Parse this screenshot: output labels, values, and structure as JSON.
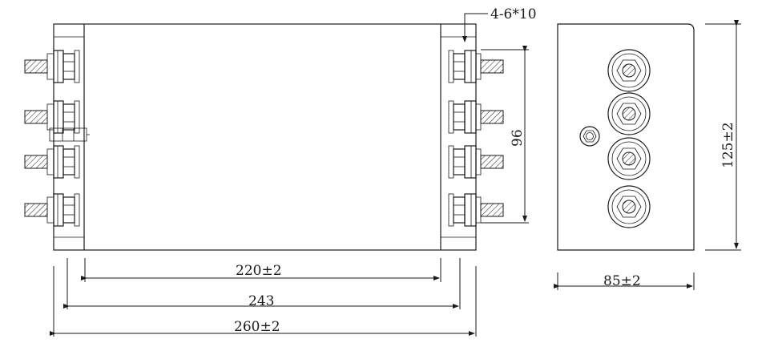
{
  "drawing": {
    "annotations": {
      "hole_spec": "4-6*10"
    },
    "dimensions": {
      "inner_length": "220±2",
      "mount_length": "243",
      "overall_length": "260±2",
      "terminal_spacing": "96",
      "width": "85±2",
      "height": "125±2"
    },
    "terminals_per_side": 4,
    "side_view_terminals": 4
  }
}
